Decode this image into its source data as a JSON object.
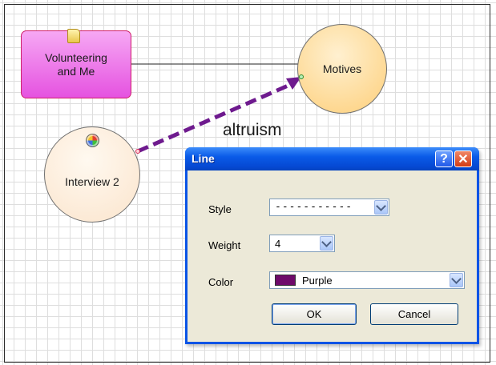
{
  "canvas": {
    "nodes": {
      "volunteering": "Volunteering and Me",
      "motives": "Motives",
      "interview": "Interview 2"
    },
    "link_label": "altruism",
    "link_color": "#6e1a8e"
  },
  "dialog": {
    "title": "Line",
    "help_label": "?",
    "close_label": "✕",
    "style_label": "Style",
    "style_value": "-----------",
    "weight_label": "Weight",
    "weight_value": "4",
    "color_label": "Color",
    "color_value": "Purple",
    "color_swatch": "#6e0a6a",
    "ok_label": "OK",
    "cancel_label": "Cancel"
  }
}
